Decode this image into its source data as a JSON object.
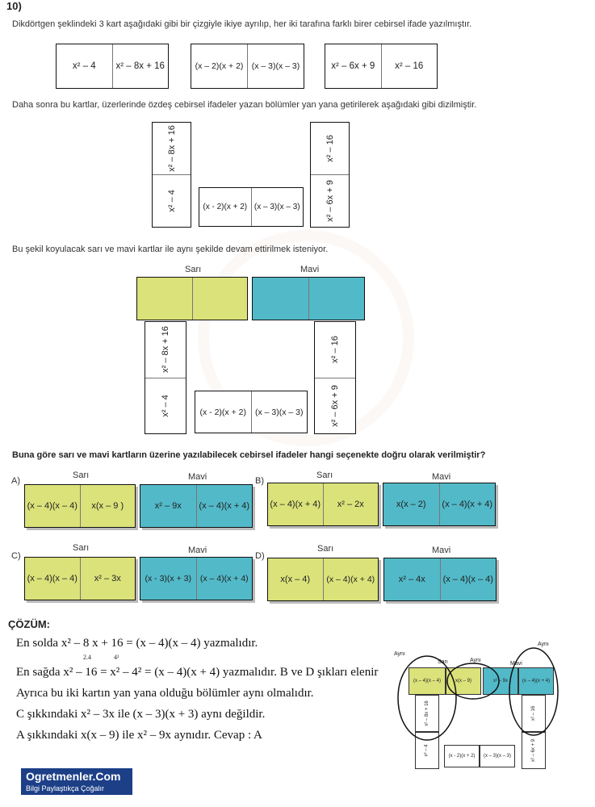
{
  "question_number": "10)",
  "intro": "Dikdörtgen şeklindeki 3 kart aşağıdaki gibi bir çizgiyle ikiye ayrılıp, her iki tarafına farklı birer cebirsel ifade yazılmıştır.",
  "cards": [
    {
      "left": "x² – 4",
      "right": "x² – 8x + 16"
    },
    {
      "left": "(x – 2)(x + 2)",
      "right": "(x – 3)(x – 3)"
    },
    {
      "left": "x² – 6x + 9",
      "right": "x² – 16"
    }
  ],
  "para2": "Daha sonra bu kartlar, üzerlerinde özdeş cebirsel ifadeler yazan bölümler yan yana getirilerek aşağıdaki gibi dizilmiştir.",
  "arr1": {
    "left_top": "x² – 8x + 16",
    "left_bottom": "x² – 4",
    "mid_left": "(x - 2)(x + 2)",
    "mid_right": "(x – 3)(x – 3)",
    "right_top": "x² – 16",
    "right_bottom": "x² – 6x + 9"
  },
  "para3": "Bu şekil koyulacak sarı ve mavi kartlar ile aynı şekilde devam ettirilmek isteniyor.",
  "labels": {
    "sari": "Sarı",
    "mavi": "Mavi"
  },
  "arr2": {
    "left_top": "x² – 8x + 16",
    "left_bottom": "x² – 4",
    "mid_left": "(x - 2)(x + 2)",
    "mid_right": "(x – 3)(x – 3)",
    "right_top": "x² – 16",
    "right_bottom": "x² – 6x + 9"
  },
  "question": "Buna göre sarı ve mavi kartların üzerine yazılabilecek cebirsel ifadeler hangi seçenekte doğru olarak verilmiştir?",
  "options": {
    "A": {
      "letter": "A)",
      "y1": "(x – 4)(x – 4)",
      "y2": "x(x – 9 )",
      "b1": "x² – 9x",
      "b2": "(x – 4)(x + 4)"
    },
    "B": {
      "letter": "B)",
      "y1": "(x – 4)(x + 4)",
      "y2": "x² – 2x",
      "b1": "x(x – 2)",
      "b2": "(x – 4)(x + 4)"
    },
    "C": {
      "letter": "C)",
      "y1": "(x – 4)(x – 4)",
      "y2": "x² – 3x",
      "b1": "(x - 3)(x + 3)",
      "b2": "(x – 4)(x + 4)"
    },
    "D": {
      "letter": "D)",
      "y1": "x(x – 4)",
      "y2": "(x – 4)(x + 4)",
      "b1": "x² – 4x",
      "b2": "(x – 4)(x – 4)"
    }
  },
  "solution": {
    "title": "ÇÖZÜM:",
    "line1": "En solda x² – 8 x + 16 = (x – 4)(x – 4)  yazmalıdır.",
    "line1_sub": "2.4",
    "line1_sub2": "4²",
    "line2": "En sağda x² – 16 = x² – 4² = (x – 4)(x + 4)  yazmalıdır. B ve D şıkları elenir",
    "line3": "Ayrıca bu iki kartın yan yana olduğu bölümler aynı olmalıdır.",
    "line4": "C şıkkındaki x² – 3x ile (x – 3)(x + 3)  aynı değildir.",
    "line5": "A şıkkındaki x(x – 9) ile x² – 9x aynıdır. Cevap : A"
  },
  "mini": {
    "ayni": "Aynı",
    "sari": "Sarı",
    "mavi": "Mavi",
    "y1": "(x – 4)(x – 4)",
    "y2": "x(x – 9)",
    "b1": "x² – 9x",
    "b2": "(x – 4)(x + 4)",
    "lt": "x² – 8x + 16",
    "lb": "x² – 4",
    "ml": "(x - 2)(x + 2)",
    "mr": "(x – 3)(x – 3)",
    "rt": "x² – 16",
    "rb": "x² – 6x + 9"
  },
  "footer": {
    "site": "Ogretmenler.Com",
    "slogan": "Bilgi Paylaştıkça Çoğalır"
  }
}
